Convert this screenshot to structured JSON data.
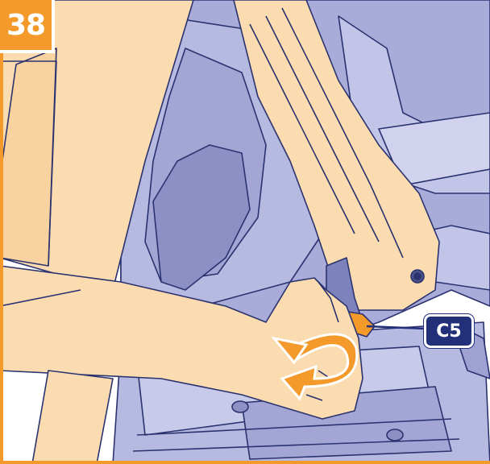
{
  "step": {
    "number": "38"
  },
  "callout": {
    "part_code": "C5"
  },
  "colors": {
    "accent_orange": "#f39a2a",
    "label_navy": "#22307a",
    "seat_blue": "#a9acd8",
    "seat_blue_dark": "#8d90c4",
    "skin": "#fbdcb0",
    "outline": "#2a3370"
  },
  "icons": {
    "rotate_arrow": "curved-rotate-arrow-icon",
    "leader_line": "callout-leader-line"
  }
}
